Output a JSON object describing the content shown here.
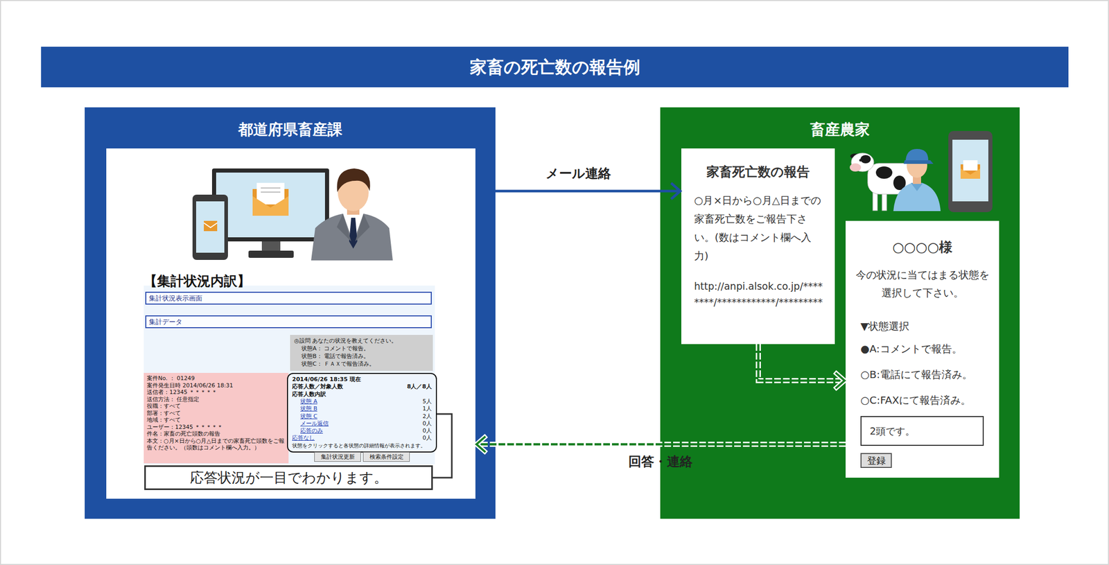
{
  "diagram": {
    "title": "家畜の死亡数の報告例",
    "nodes": [
      {
        "text": [
          "都道府県畜産課"
        ]
      },
      {
        "text": [
          "【集計状況内訳】"
        ],
        "in": 0
      },
      {
        "text": [
          "集計状況表示画面"
        ],
        "in": 1
      },
      {
        "text": [
          "集計データ"
        ],
        "in": 1
      },
      {
        "text": [
          "◎設問 あなたの状況を教えてください。",
          "状態A： コメントで報告。",
          "状態B： 電話で報告済み。",
          "状態C： ＦＡＸで報告済み。"
        ],
        "in": 1
      },
      {
        "text": [
          "案件No. ： 01249",
          "案件発生日時 2014/06/26 18:31",
          "送信者：12345 ＊＊＊＊＊",
          "送信方法： 任意指定",
          "役職：すべて",
          "部署：すべて",
          "地域：すべて",
          "ユーザー：12345 ＊＊＊＊＊",
          "件名：家畜の死亡頭数の報告",
          "本文：○月×日から○月△日までの家畜死亡頭数をご報告ください。（頭数はコメント欄へ入力。）"
        ],
        "in": 1
      },
      {
        "text": [
          "2014/06/26 18:35 現在",
          "応答人数／対象人数",
          "8人／8人",
          "応答人数内訳",
          "状態 A",
          "5人",
          "状態 B",
          "1人",
          "状態 C",
          "2人",
          "メール返信",
          "0人",
          "応答のみ",
          "0人",
          "応答なし",
          "0人",
          "状態をクリックすると各状態の詳細情報が表示されます。"
        ],
        "in": 1
      },
      {
        "text": [
          "集計状況更新"
        ],
        "in": 1
      },
      {
        "text": [
          "検索条件設定"
        ],
        "in": 1
      },
      {
        "text": [
          "応答状況が一目でわかります。"
        ],
        "in": 1
      },
      {
        "text": [
          "畜産農家"
        ]
      },
      {
        "text": [
          "家畜死亡数の報告",
          "○月×日から○月△日までの家畜死亡数をご報告下さい。(数はコメント欄へ入力)",
          "http://anpi.alsok.co.jp/********/************/*********"
        ],
        "in": 10
      },
      {
        "text": [
          "○○○○様",
          "今の状況に当てはまる状態を選択して下さい。",
          "▼状態選択",
          "●A:コメントで報告。",
          "○B:電話にて報告済み。",
          "○C:FAXにて報告済み。"
        ],
        "in": 10
      },
      {
        "text": [
          "2頭です。"
        ],
        "in": 12
      },
      {
        "text": [
          "登録"
        ],
        "in": 12
      }
    ],
    "edges": [
      {
        "from": 1,
        "to": 11,
        "arrow": "to",
        "label": "メール連絡"
      },
      {
        "from": 11,
        "to": 12,
        "arrow": "to"
      },
      {
        "from": 12,
        "to": 1,
        "arrow": "to",
        "label": "回答・連絡"
      },
      {
        "from": 6,
        "to": 9,
        "arrow": "none"
      }
    ]
  }
}
